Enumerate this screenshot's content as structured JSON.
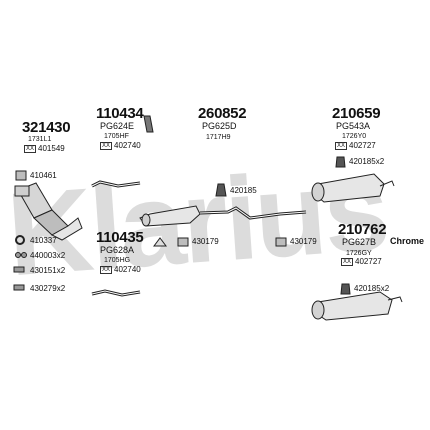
{
  "watermark": "Klarius",
  "groups": [
    {
      "part": "321430",
      "code": "1731L1",
      "ref": "401549"
    },
    {
      "part": "110434",
      "sub": "PG624E",
      "code": "1705HF",
      "ref": "402740"
    },
    {
      "part": "260852",
      "sub": "PG625D",
      "code": "1717H9"
    },
    {
      "part": "210659",
      "sub": "PG543A",
      "code": "1726Y0",
      "ref": "402727"
    },
    {
      "part": "110435",
      "sub": "PG628A",
      "code": "1705HG",
      "ref": "402740"
    },
    {
      "part": "210762",
      "sub": "PG627B",
      "code": "1726GY",
      "ref": "402727"
    }
  ],
  "accessories": [
    {
      "text": "410461"
    },
    {
      "text": "410337"
    },
    {
      "text": "440003x2"
    },
    {
      "text": "430151x2"
    },
    {
      "text": "430279x2"
    },
    {
      "text": "420185x2"
    },
    {
      "text": "420185"
    },
    {
      "text": "430179"
    },
    {
      "text": "430179"
    },
    {
      "text": "420185x2"
    }
  ],
  "finish_label": "Chrome",
  "box_mark": "XX",
  "colors": {
    "line": "#222222",
    "fill": "#e6e6e6",
    "shade": "#bdbdbd",
    "watermark": "#dcdcdc"
  }
}
